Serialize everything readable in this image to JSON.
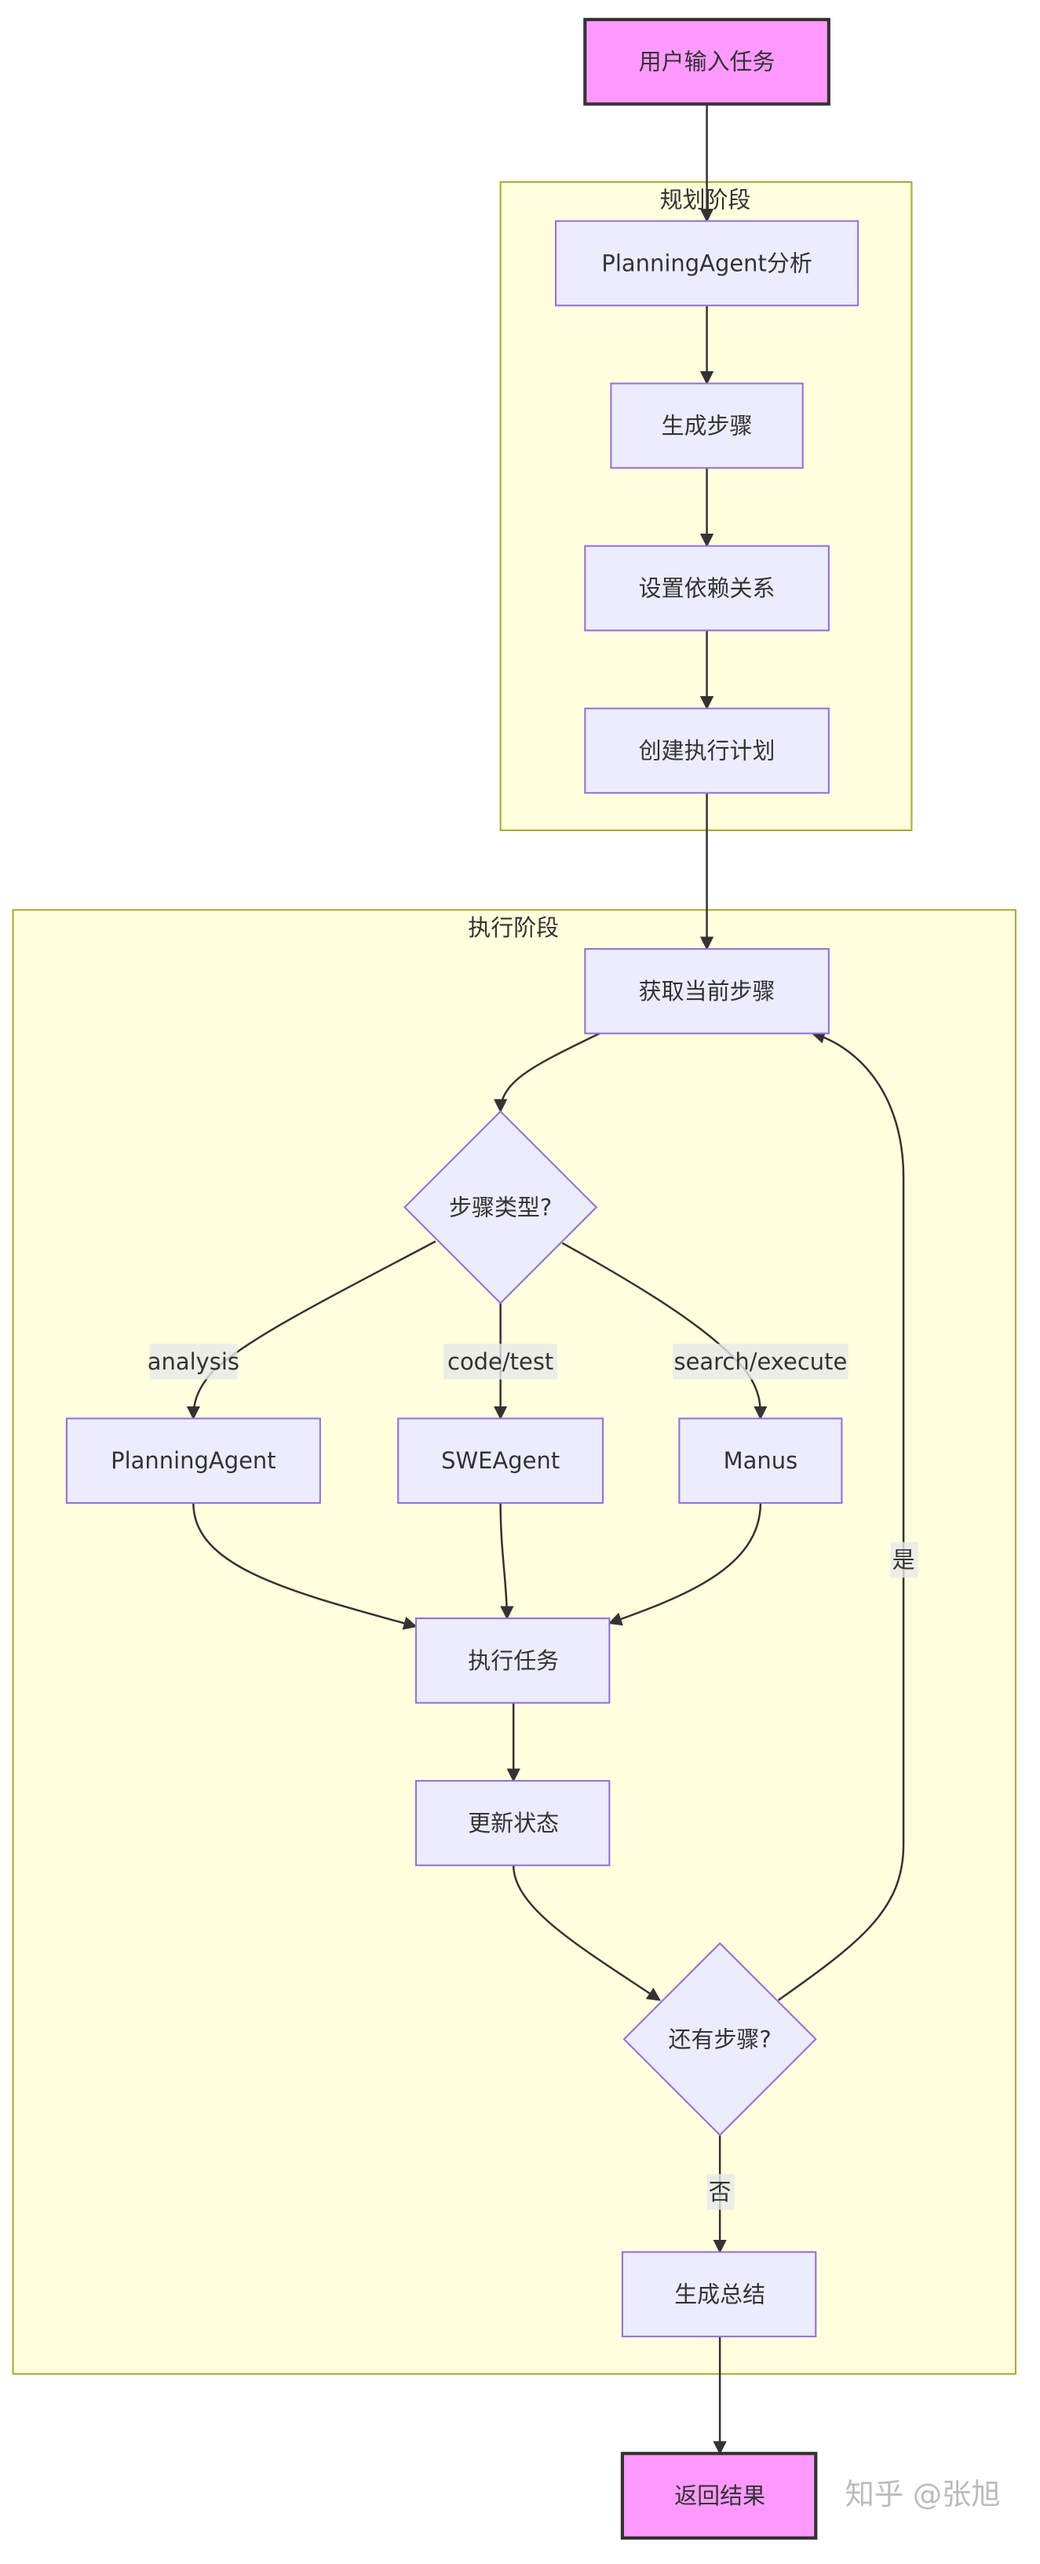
{
  "clusters": {
    "planning": {
      "title": "规划阶段"
    },
    "execution": {
      "title": "执行阶段"
    }
  },
  "nodes": {
    "start": "用户输入任务",
    "analyze": "PlanningAgent分析",
    "gen_steps": "生成步骤",
    "deps": "设置依赖关系",
    "create_plan": "创建执行计划",
    "get_step": "获取当前步骤",
    "step_type": "步骤类型?",
    "planning_agent": "PlanningAgent",
    "swe_agent": "SWEAgent",
    "manus": "Manus",
    "exec_task": "执行任务",
    "update_status": "更新状态",
    "more_steps": "还有步骤?",
    "summary": "生成总结",
    "end": "返回结果"
  },
  "edge_labels": {
    "analysis": "analysis",
    "code_test": "code/test",
    "search_execute": "search/execute",
    "yes": "是",
    "no": "否"
  },
  "colors": {
    "terminal_fill": "#ff99ff",
    "node_fill": "#ececff",
    "node_stroke": "#9370db",
    "cluster_fill": "#ffffde",
    "cluster_stroke": "#aaaa33"
  },
  "watermark": "知乎 @张旭"
}
